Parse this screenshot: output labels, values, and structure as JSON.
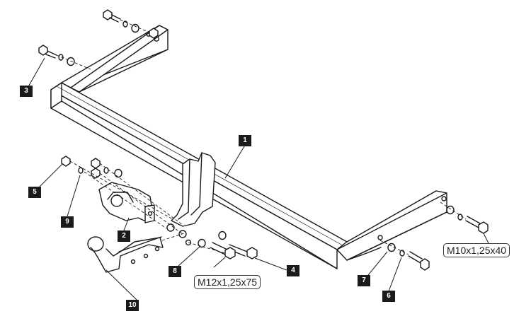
{
  "callouts": [
    {
      "id": "1",
      "label": "1"
    },
    {
      "id": "2",
      "label": "2"
    },
    {
      "id": "3",
      "label": "3"
    },
    {
      "id": "4",
      "label": "4"
    },
    {
      "id": "5",
      "label": "5"
    },
    {
      "id": "6",
      "label": "6"
    },
    {
      "id": "7",
      "label": "7"
    },
    {
      "id": "8",
      "label": "8"
    },
    {
      "id": "9",
      "label": "9"
    },
    {
      "id": "10",
      "label": "10"
    }
  ],
  "bolt_specs": {
    "small": "M10x1,25x40",
    "large": "M12x1,25x75"
  },
  "colors": {
    "line": "#1a1a1a",
    "tag_fill": "#1a1a1a",
    "tag_text": "#ffffff",
    "background": "#ffffff"
  }
}
